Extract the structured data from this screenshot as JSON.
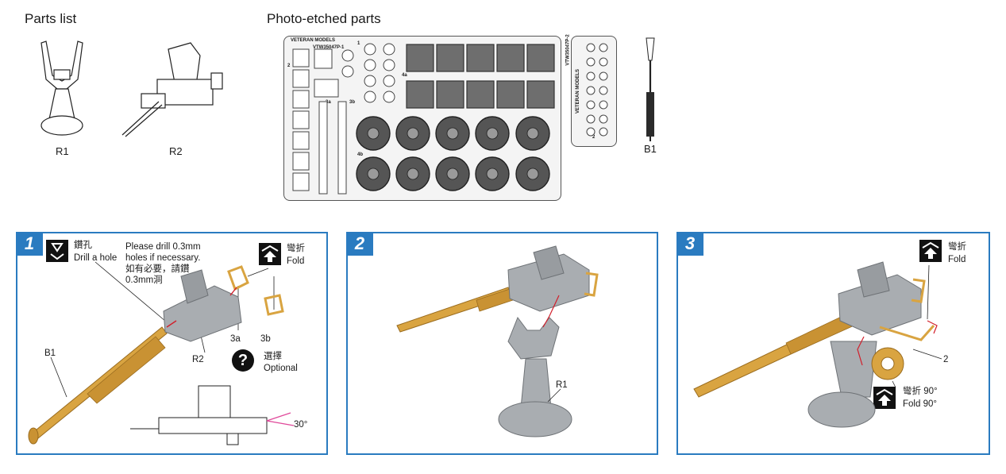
{
  "parts_list": {
    "heading": "Parts list",
    "items": [
      {
        "label": "R1"
      },
      {
        "label": "R2"
      }
    ]
  },
  "photo_etched": {
    "heading": "Photo-etched parts",
    "sheet1": {
      "brand": "VETERAN MODELS",
      "code": "VTW35047P-1",
      "markers": [
        "1",
        "2",
        "3a",
        "3b",
        "4a",
        "4b"
      ]
    },
    "sheet2": {
      "brand": "VETERAN MODELS",
      "code": "VTW35047P-2",
      "marker": "2"
    },
    "barrel_label": "B1"
  },
  "step1": {
    "number": "1",
    "drill_cn": "鑽孔",
    "drill_en": "Drill a hole",
    "drill_note": [
      "Please drill 0.3mm",
      "holes if necessary.",
      "如有必要，請鑽",
      "0.3mm洞"
    ],
    "fold_cn": "彎折",
    "fold_en": "Fold",
    "label_b1": "B1",
    "label_r2": "R2",
    "label_3a": "3a",
    "label_3b": "3b",
    "optional_cn": "選擇",
    "optional_en": "Optional",
    "angle": "30°"
  },
  "step2": {
    "number": "2",
    "label_r1": "R1"
  },
  "step3": {
    "number": "3",
    "fold_cn": "彎折",
    "fold_en": "Fold",
    "label_2": "2",
    "fold90_cn": "彎折 90°",
    "fold90_en": "Fold 90°"
  },
  "colors": {
    "step_blue": "#2a7bc0",
    "brass": "#d9a441",
    "resin_grey": "#a9adb1",
    "arrow_red": "#d21f2b",
    "pink_angle": "#e0489a"
  }
}
